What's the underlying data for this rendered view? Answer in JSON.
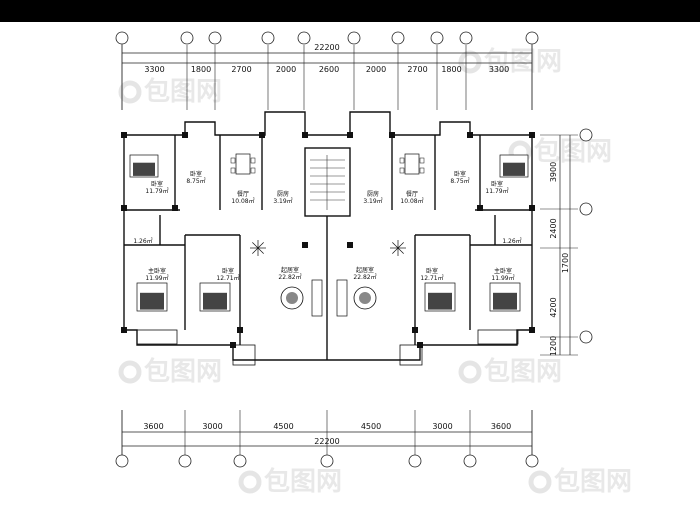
{
  "dimensions": {
    "top_total": "22200",
    "top_segments": [
      "3300",
      "1800",
      "2700",
      "2000",
      "2600",
      "2000",
      "2700",
      "1800",
      "3300"
    ],
    "bottom_total": "22200",
    "bottom_segments": [
      "3600",
      "3000",
      "4500",
      "4500",
      "3000",
      "3600"
    ],
    "right_segments": [
      "3900",
      "2400",
      "1700",
      "4200",
      "1200"
    ]
  },
  "rooms": [
    {
      "name": "卧室",
      "area": "11.79㎡"
    },
    {
      "name": "卧室",
      "area": "8.75㎡"
    },
    {
      "name": "餐厅",
      "area": "10.08㎡"
    },
    {
      "name": "厨房",
      "area": "3.19㎡"
    },
    {
      "name": "厨房",
      "area": "3.19㎡"
    },
    {
      "name": "餐厅",
      "area": "10.08㎡"
    },
    {
      "name": "卧室",
      "area": "8.75㎡"
    },
    {
      "name": "卧室",
      "area": "11.79㎡"
    },
    {
      "name": "",
      "area": "1.26㎡"
    },
    {
      "name": "",
      "area": "1.26㎡"
    },
    {
      "name": "主卧室",
      "area": "11.99㎡"
    },
    {
      "name": "卧室",
      "area": "12.71㎡"
    },
    {
      "name": "起居室",
      "area": "22.82㎡"
    },
    {
      "name": "起居室",
      "area": "22.82㎡"
    },
    {
      "name": "卧室",
      "area": "12.71㎡"
    },
    {
      "name": "主卧室",
      "area": "11.99㎡"
    }
  ],
  "watermark": {
    "text": "包图网"
  }
}
